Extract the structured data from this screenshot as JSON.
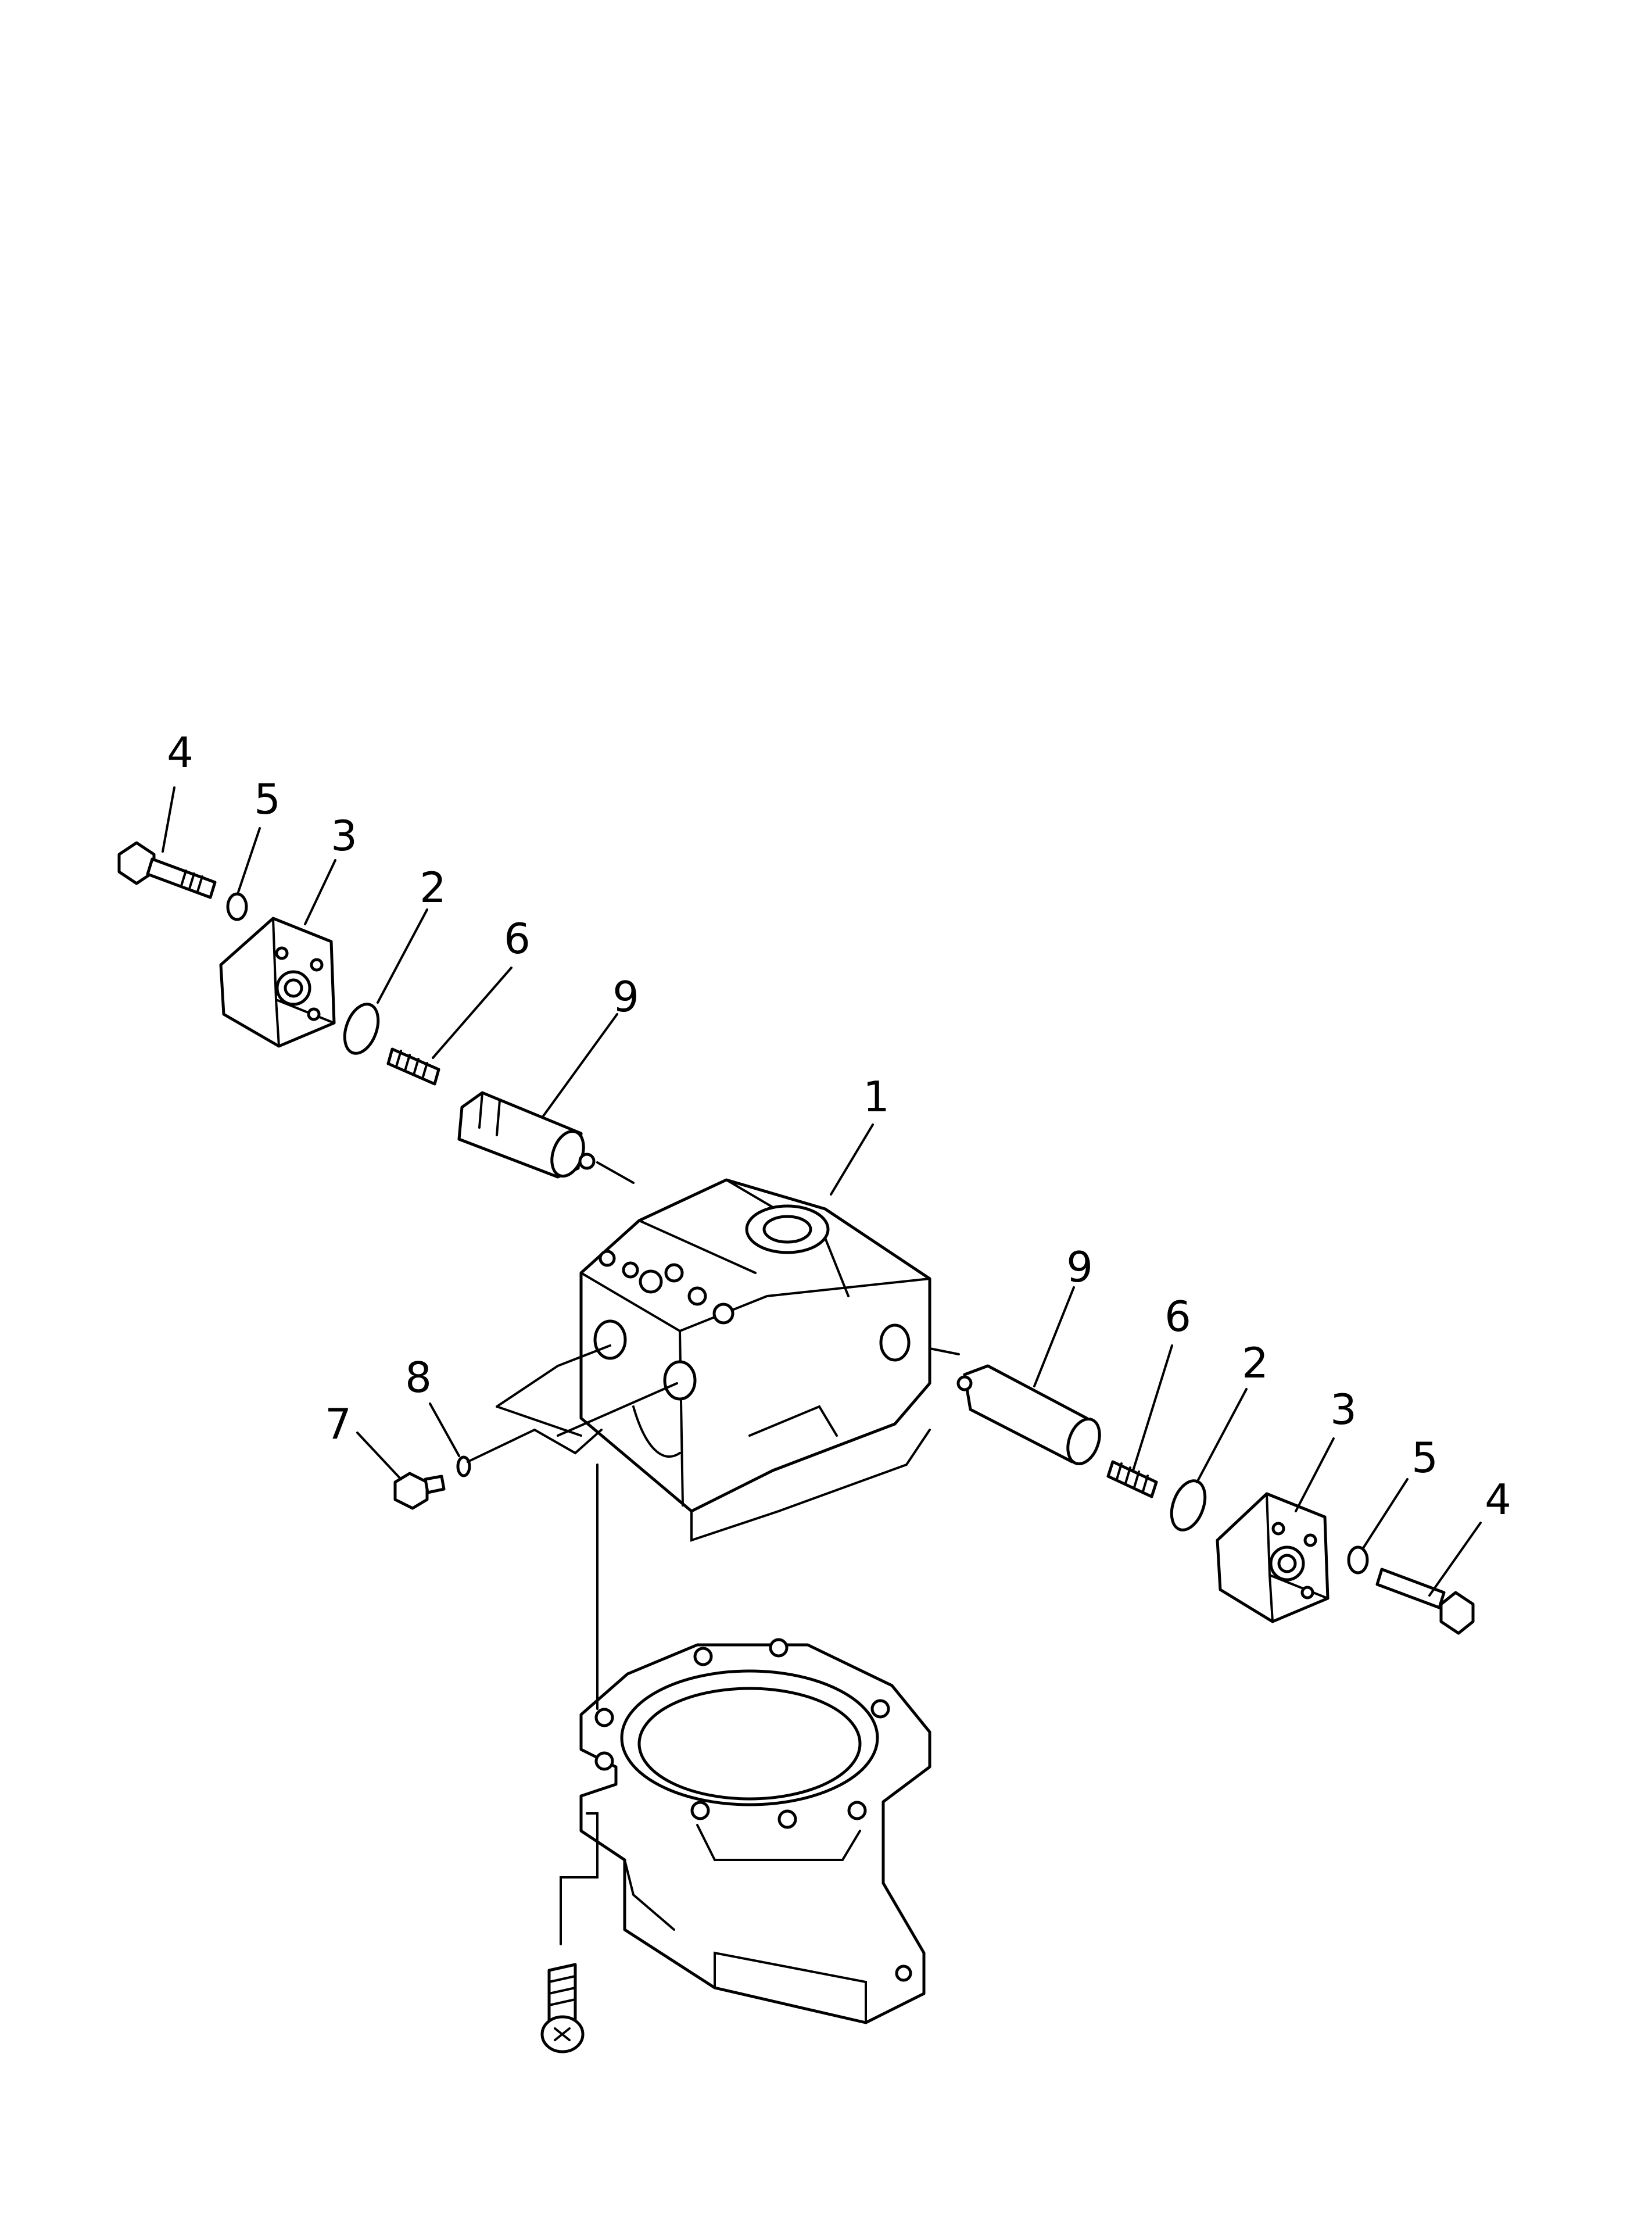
{
  "callouts": [
    {
      "id": "c4-left",
      "text": "4"
    },
    {
      "id": "c5-left",
      "text": "5"
    },
    {
      "id": "c3-left",
      "text": "3"
    },
    {
      "id": "c2-left",
      "text": "2"
    },
    {
      "id": "c6-left",
      "text": "6"
    },
    {
      "id": "c9-left",
      "text": "9"
    },
    {
      "id": "c1",
      "text": "1"
    },
    {
      "id": "c9-right",
      "text": "9"
    },
    {
      "id": "c6-right",
      "text": "6"
    },
    {
      "id": "c2-right",
      "text": "2"
    },
    {
      "id": "c3-right",
      "text": "3"
    },
    {
      "id": "c5-right",
      "text": "5"
    },
    {
      "id": "c4-right",
      "text": "4"
    },
    {
      "id": "c8",
      "text": "8"
    },
    {
      "id": "c7",
      "text": "7"
    }
  ]
}
